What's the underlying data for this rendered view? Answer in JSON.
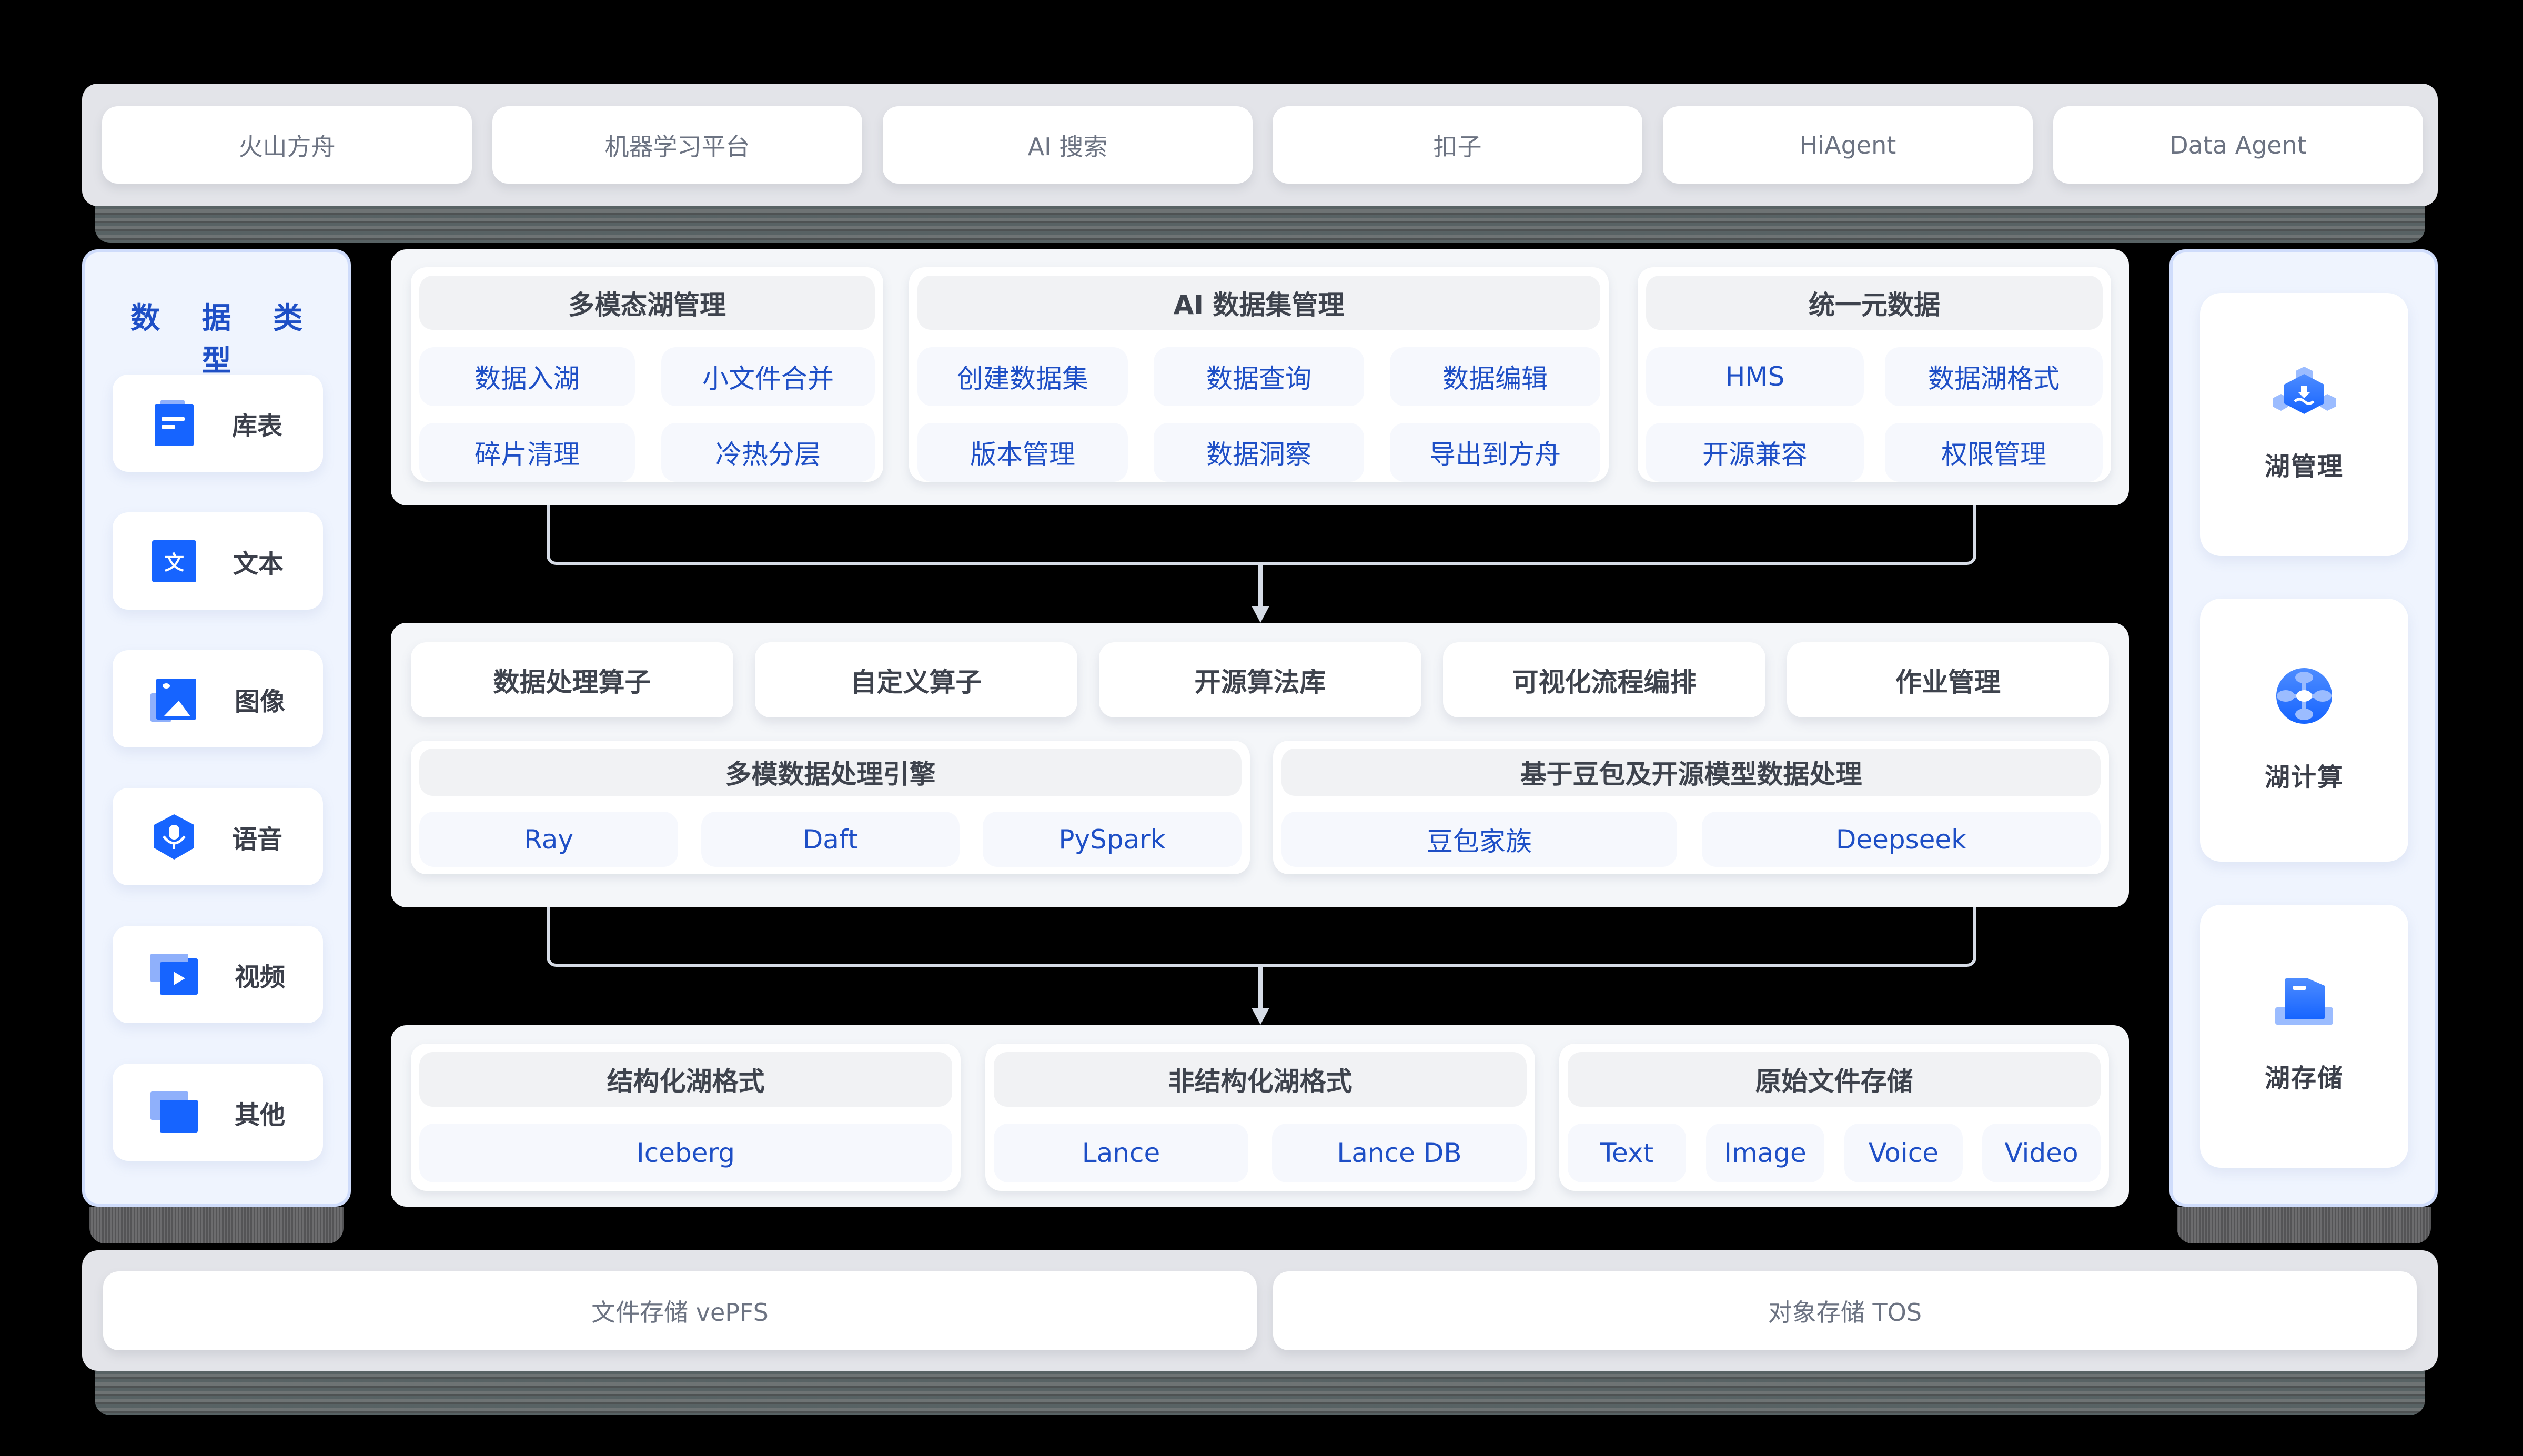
{
  "top_bar": {
    "items": [
      "火山方舟",
      "机器学习平台",
      "AI 搜索",
      "扣子",
      "HiAgent",
      "Data Agent"
    ]
  },
  "left_sidebar": {
    "title": "数 据 类 型",
    "items": [
      {
        "label": "库表",
        "icon": "table-icon"
      },
      {
        "label": "文本",
        "icon": "text-icon",
        "glyph": "文"
      },
      {
        "label": "图像",
        "icon": "image-icon"
      },
      {
        "label": "语音",
        "icon": "microphone-icon"
      },
      {
        "label": "视频",
        "icon": "video-icon"
      },
      {
        "label": "其他",
        "icon": "other-icon"
      }
    ]
  },
  "right_sidebar": {
    "items": [
      {
        "label": "湖管理",
        "icon": "lake-management-icon"
      },
      {
        "label": "湖计算",
        "icon": "lake-compute-icon"
      },
      {
        "label": "湖存储",
        "icon": "lake-storage-icon"
      }
    ]
  },
  "management_layer": {
    "groups": [
      {
        "title": "多模态湖管理",
        "items": [
          "数据入湖",
          "小文件合并",
          "碎片清理",
          "冷热分层"
        ]
      },
      {
        "title": "AI 数据集管理",
        "items": [
          "创建数据集",
          "数据查询",
          "数据编辑",
          "版本管理",
          "数据洞察",
          "导出到方舟"
        ]
      },
      {
        "title": "统一元数据",
        "items": [
          "HMS",
          "数据湖格式",
          "开源兼容",
          "权限管理"
        ]
      }
    ]
  },
  "processing_layer": {
    "tiles": [
      "数据处理算子",
      "自定义算子",
      "开源算法库",
      "可视化流程编排",
      "作业管理"
    ],
    "groups": [
      {
        "title": "多模数据处理引擎",
        "items": [
          "Ray",
          "Daft",
          "PySpark"
        ]
      },
      {
        "title": "基于豆包及开源模型数据处理",
        "items": [
          "豆包家族",
          "Deepseek"
        ]
      }
    ]
  },
  "storage_format_layer": {
    "groups": [
      {
        "title": "结构化湖格式",
        "items": [
          "Iceberg"
        ]
      },
      {
        "title": "非结构化湖格式",
        "items": [
          "Lance",
          "Lance DB"
        ]
      },
      {
        "title": "原始文件存储",
        "items": [
          "Text",
          "Image",
          "Voice",
          "Video"
        ]
      }
    ]
  },
  "bottom_bar": {
    "items": [
      "文件存储 vePFS",
      "对象存储 TOS"
    ]
  },
  "colors": {
    "accent_blue": "#1664ff",
    "chip_text": "#1e4fc6",
    "heading_text": "#3e434d",
    "connector": "#d6dce6"
  }
}
